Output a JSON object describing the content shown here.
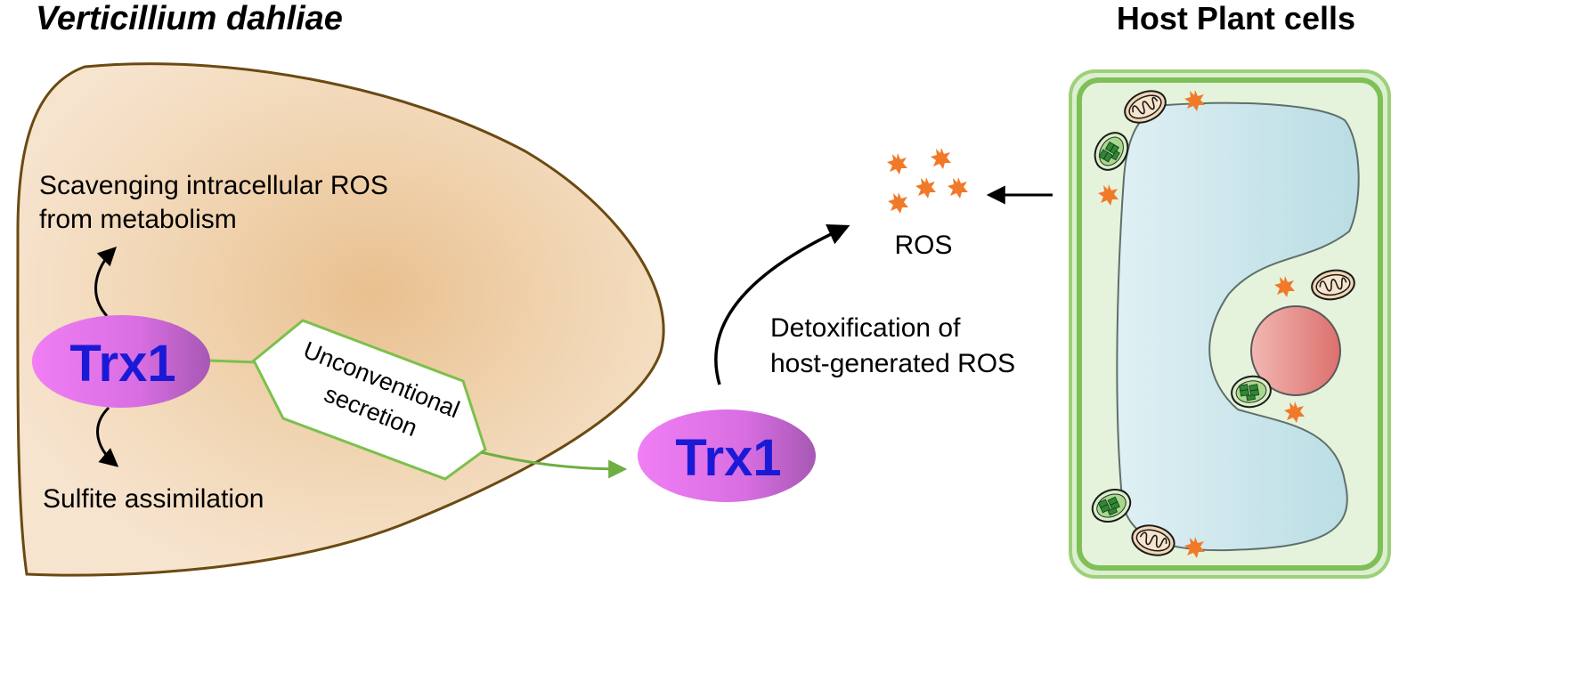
{
  "fungus": {
    "title": "Verticillium dahliae",
    "protein_label": "Trx1",
    "function_up_line1": "Scavenging intracellular ROS",
    "function_up_line2": "from metabolism",
    "function_down": "Sulfite assimilation",
    "secretion_line1": "Unconventional",
    "secretion_line2": "secretion"
  },
  "secreted": {
    "protein_label": "Trx1",
    "detox_line1": "Detoxification of",
    "detox_line2": "host-generated ROS"
  },
  "ros": {
    "label": "ROS"
  },
  "host": {
    "title": "Host Plant cells"
  },
  "colors": {
    "fungus_fill": "#eccda8",
    "fungus_outline": "#6b4a12",
    "trx1_fill": "#e070e8",
    "trx1_text": "#1a1ad6",
    "secretion_outline": "#7cc04c",
    "ros_star": "#f07a2a",
    "cell_wall": "#9dd07a",
    "vacuole": "#cfe9ee",
    "nucleus": "#e58a86"
  }
}
